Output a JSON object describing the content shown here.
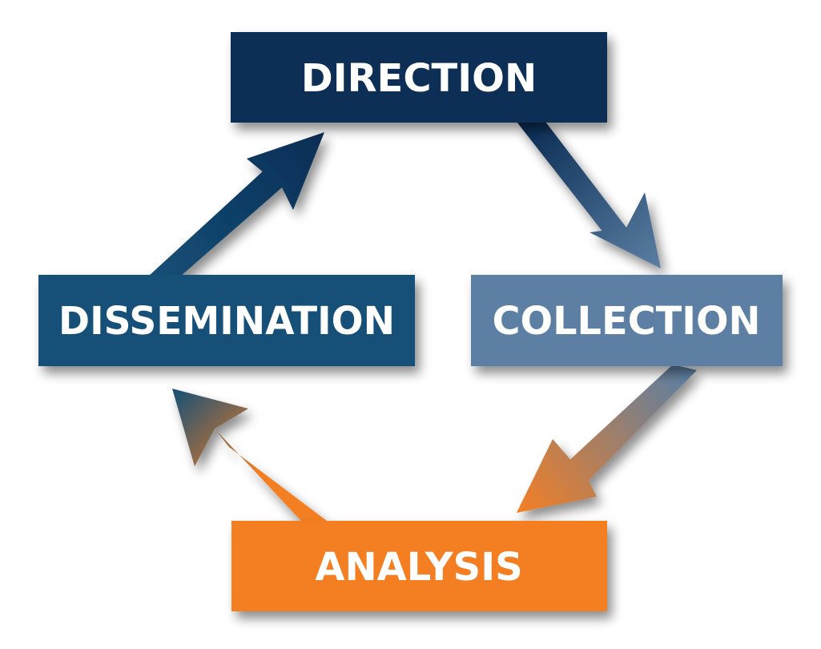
{
  "diagram": {
    "type": "cycle",
    "nodes": [
      {
        "id": "direction",
        "label": "DIRECTION",
        "color": "#0b2d55"
      },
      {
        "id": "collection",
        "label": "COLLECTION",
        "color": "#5b7fa3"
      },
      {
        "id": "analysis",
        "label": "ANALYSIS",
        "color": "#f47f24"
      },
      {
        "id": "dissemination",
        "label": "DISSEMINATION",
        "color": "#144f77"
      }
    ],
    "edges": [
      {
        "from": "direction",
        "to": "collection"
      },
      {
        "from": "collection",
        "to": "analysis"
      },
      {
        "from": "analysis",
        "to": "dissemination"
      },
      {
        "from": "dissemination",
        "to": "direction"
      }
    ]
  }
}
